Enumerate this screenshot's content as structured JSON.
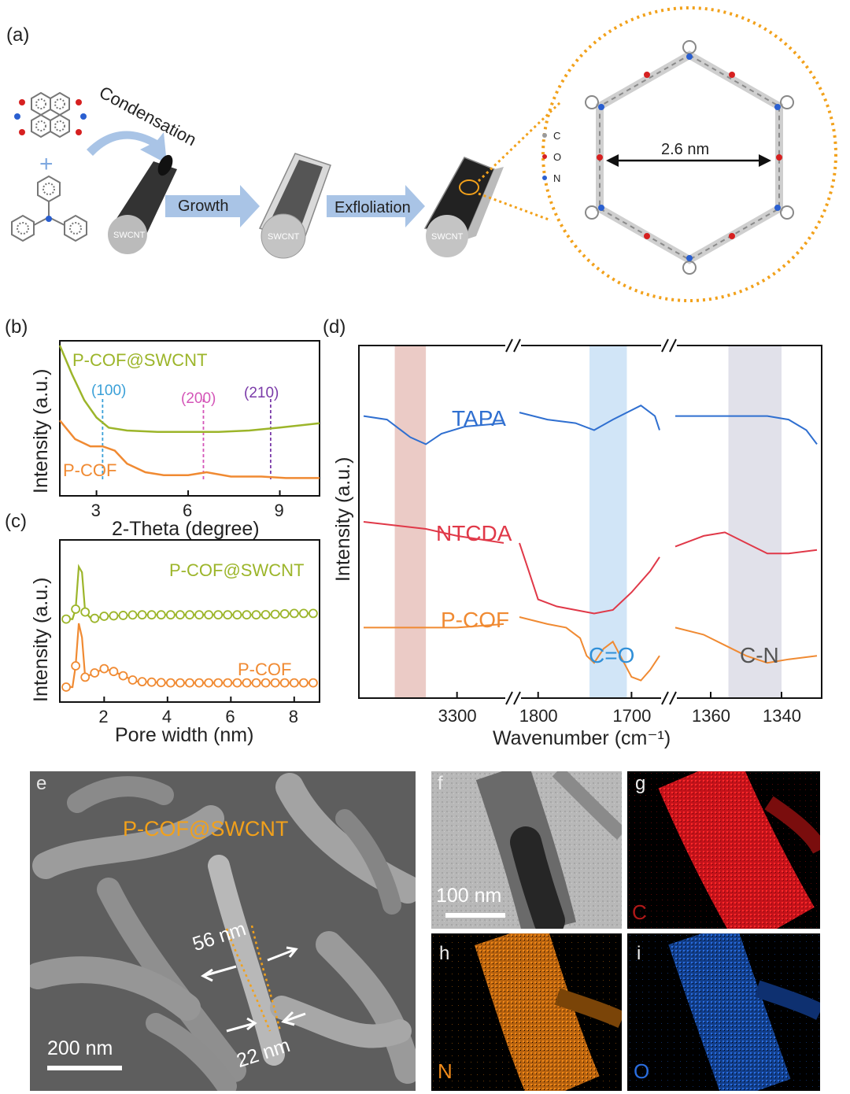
{
  "panel_a": {
    "label": "(a)",
    "condensation": "Condensation",
    "growth": "Growth",
    "exfoliation": "Exfloliation",
    "swcnt": "SWCNT",
    "pore_size": "2.6 nm",
    "legend": [
      "C",
      "O",
      "N"
    ],
    "colors": {
      "carbon": "#9a9a9a",
      "oxygen": "#d62020",
      "nitrogen": "#2a5fd0",
      "accent": "#f2a11b",
      "arrow": "#a9c4e6"
    }
  },
  "panel_b": {
    "label": "(b)",
    "series_labels": [
      "P-COF@SWCNT",
      "P-COF"
    ],
    "peaks": [
      "(100)",
      "(200)",
      "(210)"
    ],
    "ylabel": "Intensity (a.u.)",
    "xlabel": "2-Theta (degree)",
    "xticks": [
      "3",
      "6",
      "9"
    ]
  },
  "panel_c": {
    "label": "(c)",
    "series_labels": [
      "P-COF@SWCNT",
      "P-COF"
    ],
    "ylabel": "Intensity (a.u.)",
    "xlabel": "Pore width (nm)",
    "xticks": [
      "2",
      "4",
      "6",
      "8"
    ]
  },
  "panel_d": {
    "label": "(d)",
    "series_labels": [
      "TAPA",
      "NTCDA",
      "P-COF"
    ],
    "bands": [
      "C=O",
      "C-N"
    ],
    "ylabel": "Intensity (a.u.)",
    "xlabel": "Wavenumber (cm⁻¹)",
    "xticks": [
      "3300",
      "1800",
      "1700",
      "1360",
      "1340"
    ]
  },
  "panel_e": {
    "label": "e",
    "sample": "P-COF@SWCNT",
    "width_top": "56 nm",
    "width_bottom": "22 nm",
    "scale": "200 nm"
  },
  "maps": {
    "f": {
      "label": "f",
      "scale": "100 nm"
    },
    "g": {
      "label": "g",
      "element": "C"
    },
    "h": {
      "label": "h",
      "element": "N"
    },
    "i": {
      "label": "i",
      "element": "O"
    }
  },
  "chart_data": [
    {
      "type": "line",
      "panel": "b",
      "xlabel": "2-Theta (degree)",
      "ylabel": "Intensity (a.u.)",
      "xlim": [
        1.8,
        10.3
      ],
      "series": [
        {
          "name": "P-COF@SWCNT",
          "x": [
            1.8,
            2.2,
            2.6,
            3.0,
            3.4,
            4.0,
            5.0,
            6.0,
            7.0,
            8.0,
            9.0,
            10.3
          ],
          "y": [
            1.0,
            0.8,
            0.62,
            0.5,
            0.43,
            0.41,
            0.4,
            0.4,
            0.4,
            0.41,
            0.43,
            0.46
          ]
        },
        {
          "name": "P-COF",
          "x": [
            1.8,
            2.3,
            2.8,
            3.2,
            3.6,
            4.0,
            4.6,
            5.2,
            6.0,
            6.6,
            7.4,
            8.4,
            9.2,
            10.3
          ],
          "y": [
            0.48,
            0.35,
            0.3,
            0.3,
            0.27,
            0.18,
            0.12,
            0.1,
            0.1,
            0.12,
            0.09,
            0.09,
            0.08,
            0.08
          ]
        }
      ],
      "peak_positions": [
        3.2,
        6.5,
        8.7
      ]
    },
    {
      "type": "line",
      "panel": "c",
      "xlabel": "Pore width (nm)",
      "ylabel": "Intensity (a.u.)",
      "xlim": [
        0.6,
        8.8
      ],
      "series": [
        {
          "name": "P-COF@SWCNT",
          "x": [
            0.8,
            1.0,
            1.1,
            1.2,
            1.3,
            1.4,
            1.6,
            2.0,
            3.0,
            4.0,
            5.0,
            6.0,
            7.0,
            8.0,
            8.6
          ],
          "y": [
            0.53,
            0.53,
            0.6,
            0.9,
            0.86,
            0.58,
            0.53,
            0.55,
            0.56,
            0.56,
            0.56,
            0.56,
            0.56,
            0.57,
            0.57
          ]
        },
        {
          "name": "P-COF",
          "x": [
            0.8,
            1.0,
            1.1,
            1.2,
            1.3,
            1.4,
            1.6,
            2.0,
            2.3,
            3.0,
            4.0,
            5.0,
            6.0,
            7.0,
            8.0,
            8.6
          ],
          "y": [
            0.05,
            0.05,
            0.2,
            0.5,
            0.4,
            0.12,
            0.14,
            0.18,
            0.16,
            0.09,
            0.08,
            0.08,
            0.08,
            0.08,
            0.08,
            0.08
          ]
        }
      ]
    },
    {
      "type": "line",
      "panel": "d",
      "xlabel": "Wavenumber (cm⁻¹)",
      "ylabel": "Intensity (a.u.)",
      "segments": [
        [
          3420,
          3240
        ],
        [
          1820,
          1670
        ],
        [
          1370,
          1330
        ]
      ],
      "series": [
        {
          "name": "TAPA",
          "segments": [
            {
              "x": [
                3420,
                3390,
                3360,
                3340,
                3320,
                3290,
                3240
              ],
              "y": [
                0.8,
                0.79,
                0.74,
                0.72,
                0.75,
                0.77,
                0.78
              ]
            },
            {
              "x": [
                1820,
                1790,
                1760,
                1740,
                1720,
                1690,
                1675,
                1670
              ],
              "y": [
                0.81,
                0.79,
                0.78,
                0.76,
                0.79,
                0.83,
                0.8,
                0.76
              ]
            },
            {
              "x": [
                1370,
                1360,
                1352,
                1344,
                1338,
                1333,
                1330
              ],
              "y": [
                0.8,
                0.8,
                0.8,
                0.8,
                0.79,
                0.76,
                0.72
              ]
            }
          ]
        },
        {
          "name": "NTCDA",
          "segments": [
            {
              "x": [
                3420,
                3380,
                3340,
                3300,
                3240
              ],
              "y": [
                0.5,
                0.49,
                0.48,
                0.46,
                0.44
              ]
            },
            {
              "x": [
                1820,
                1810,
                1800,
                1780,
                1760,
                1740,
                1720,
                1700,
                1680,
                1670
              ],
              "y": [
                0.44,
                0.36,
                0.28,
                0.26,
                0.25,
                0.24,
                0.25,
                0.3,
                0.36,
                0.4
              ]
            },
            {
              "x": [
                1370,
                1362,
                1356,
                1350,
                1344,
                1338,
                1330
              ],
              "y": [
                0.43,
                0.46,
                0.47,
                0.44,
                0.41,
                0.41,
                0.42
              ]
            }
          ]
        },
        {
          "name": "P-COF",
          "segments": [
            {
              "x": [
                3420,
                3380,
                3340,
                3300,
                3240
              ],
              "y": [
                0.2,
                0.2,
                0.2,
                0.2,
                0.21
              ]
            },
            {
              "x": [
                1820,
                1790,
                1770,
                1755,
                1748,
                1740,
                1730,
                1720,
                1710,
                1700,
                1690,
                1680,
                1670
              ],
              "y": [
                0.23,
                0.21,
                0.2,
                0.17,
                0.12,
                0.1,
                0.14,
                0.16,
                0.11,
                0.06,
                0.05,
                0.08,
                0.12
              ]
            },
            {
              "x": [
                1370,
                1362,
                1356,
                1350,
                1344,
                1338,
                1330
              ],
              "y": [
                0.2,
                0.18,
                0.15,
                0.12,
                0.1,
                0.11,
                0.12
              ]
            }
          ]
        }
      ],
      "bands": [
        {
          "label": "",
          "segment": 0,
          "range": [
            3380,
            3340
          ],
          "color": "#e8c2bc"
        },
        {
          "label": "C=O",
          "segment": 1,
          "range": [
            1745,
            1705
          ],
          "color": "#c9e0f6"
        },
        {
          "label": "C-N",
          "segment": 2,
          "range": [
            1355,
            1340
          ],
          "color": "#dcdce6"
        }
      ]
    }
  ]
}
